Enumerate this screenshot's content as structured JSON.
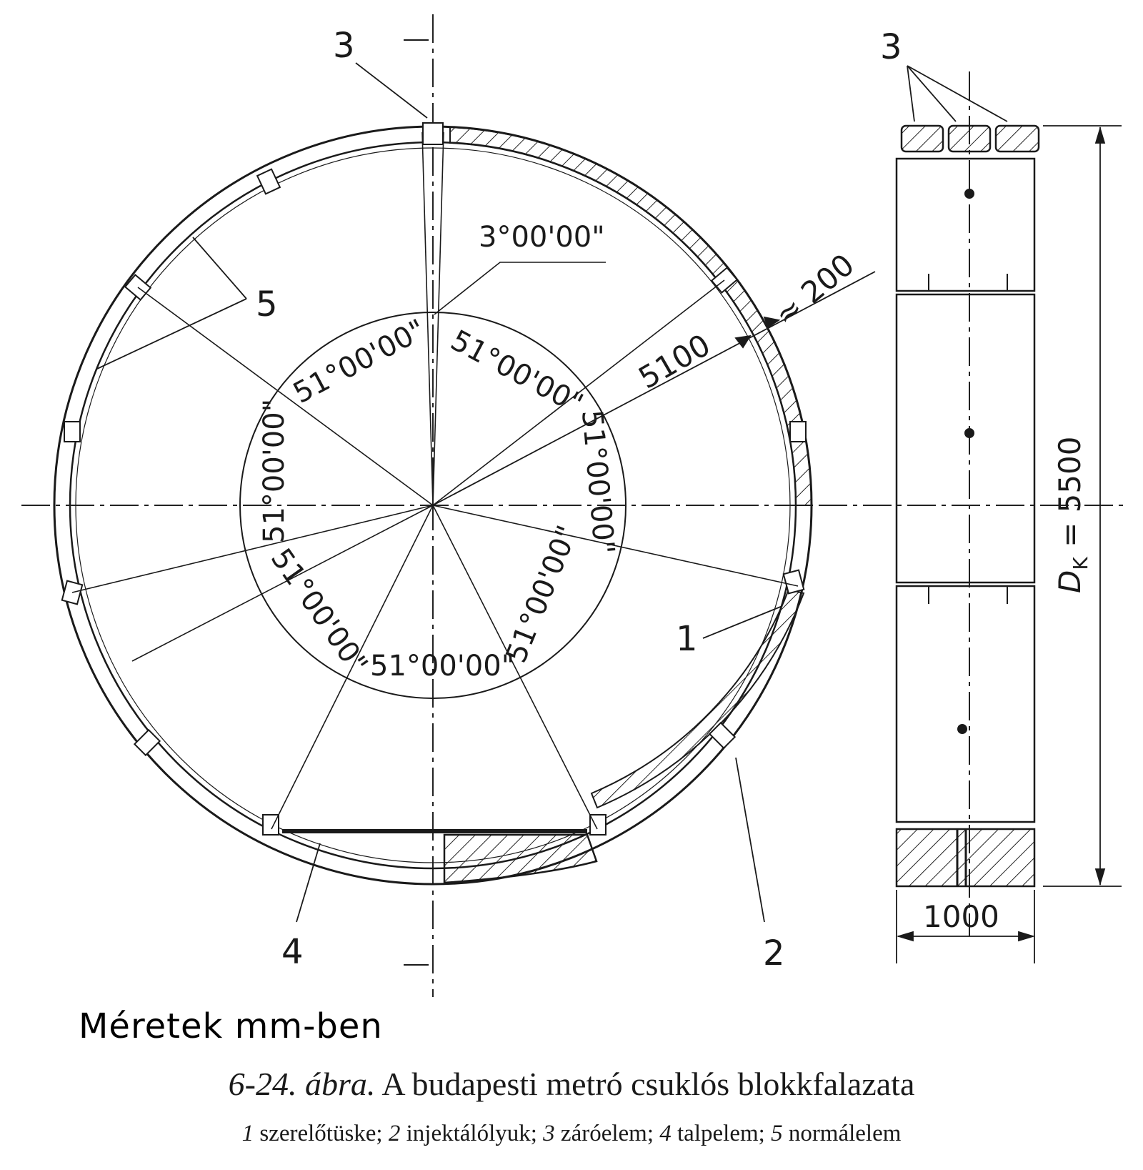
{
  "drawing": {
    "angle_top": "3°00'00\"",
    "angle_segment": "51°00'00\"",
    "dim_radius": "5100",
    "dim_thickness": "≈ 200",
    "dim_diameter": "D",
    "dim_diameter_sub": "K",
    "dim_diameter_value": " = 5500",
    "dim_width": "1000",
    "callouts": {
      "c1": "1",
      "c2": "2",
      "c3": "3",
      "c4": "4",
      "c5": "5"
    }
  },
  "caption": {
    "units": "Méretek mm-ben",
    "figure_number": "6-24. ábra.",
    "figure_title": " A budapesti metró csuklós blokkfalazata",
    "legend": [
      {
        "num": "1",
        "text": " szerelőtüske; "
      },
      {
        "num": "2",
        "text": " injektálólyuk; "
      },
      {
        "num": "3",
        "text": " záróelem; "
      },
      {
        "num": "4",
        "text": " talpelem; "
      },
      {
        "num": "5",
        "text": " normálelem"
      }
    ]
  }
}
